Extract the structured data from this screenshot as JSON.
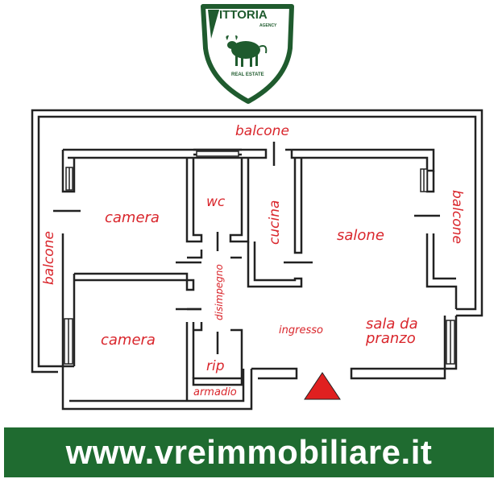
{
  "logo": {
    "brand": "VITTORIA",
    "sub": "AGENCY",
    "tagline": "REAL ESTATE"
  },
  "rooms": {
    "balcone_top": "balcone",
    "balcone_left": "balcone",
    "balcone_right": "balcone",
    "camera_1": "camera",
    "camera_2": "camera",
    "wc": "wc",
    "cucina": "cucina",
    "salone": "salone",
    "disimpegno": "disimpegno",
    "ingresso": "ingresso",
    "sala_line1": "sala da",
    "sala_line2": "pranzo",
    "rip": "rip",
    "armadio": "armadio"
  },
  "footer": {
    "url": "www.vreimmobiliare.it"
  },
  "colors": {
    "wall": "#222222",
    "label": "#d9262c",
    "brand": "#1f5b2e",
    "footer_bg": "#1f6b30",
    "entry": "#e02020"
  },
  "icons": {
    "entrance": "entrance-triangle-icon",
    "bull": "bull-icon"
  }
}
